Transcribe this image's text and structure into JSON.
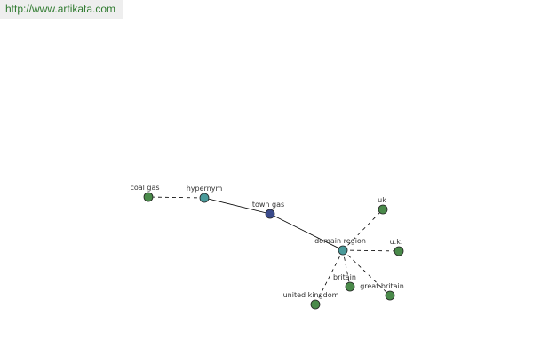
{
  "watermark": "http://www.artikata.com",
  "colors": {
    "center": "#3a4a8a",
    "relation": "#4a9a9a",
    "term": "#4a8a4a"
  },
  "nodes": [
    {
      "id": "town_gas",
      "label": "town gas",
      "kind": "center"
    },
    {
      "id": "hypernym",
      "label": "hypernym",
      "kind": "relation"
    },
    {
      "id": "coal_gas",
      "label": "coal gas",
      "kind": "term"
    },
    {
      "id": "domain_region",
      "label": "domain region",
      "kind": "relation"
    },
    {
      "id": "uk",
      "label": "uk",
      "kind": "term"
    },
    {
      "id": "u_k",
      "label": "u.k.",
      "kind": "term"
    },
    {
      "id": "britain",
      "label": "britain",
      "kind": "term"
    },
    {
      "id": "great_britain",
      "label": "great britain",
      "kind": "term"
    },
    {
      "id": "united_kingdom",
      "label": "united kingdom",
      "kind": "term"
    }
  ],
  "edges": [
    {
      "from": "town_gas",
      "to": "hypernym",
      "style": "solid"
    },
    {
      "from": "hypernym",
      "to": "coal_gas",
      "style": "dashed"
    },
    {
      "from": "town_gas",
      "to": "domain_region",
      "style": "solid"
    },
    {
      "from": "domain_region",
      "to": "uk",
      "style": "dashed"
    },
    {
      "from": "domain_region",
      "to": "u_k",
      "style": "dashed"
    },
    {
      "from": "domain_region",
      "to": "britain",
      "style": "dashed"
    },
    {
      "from": "domain_region",
      "to": "great_britain",
      "style": "dashed"
    },
    {
      "from": "domain_region",
      "to": "united_kingdom",
      "style": "dashed"
    }
  ]
}
